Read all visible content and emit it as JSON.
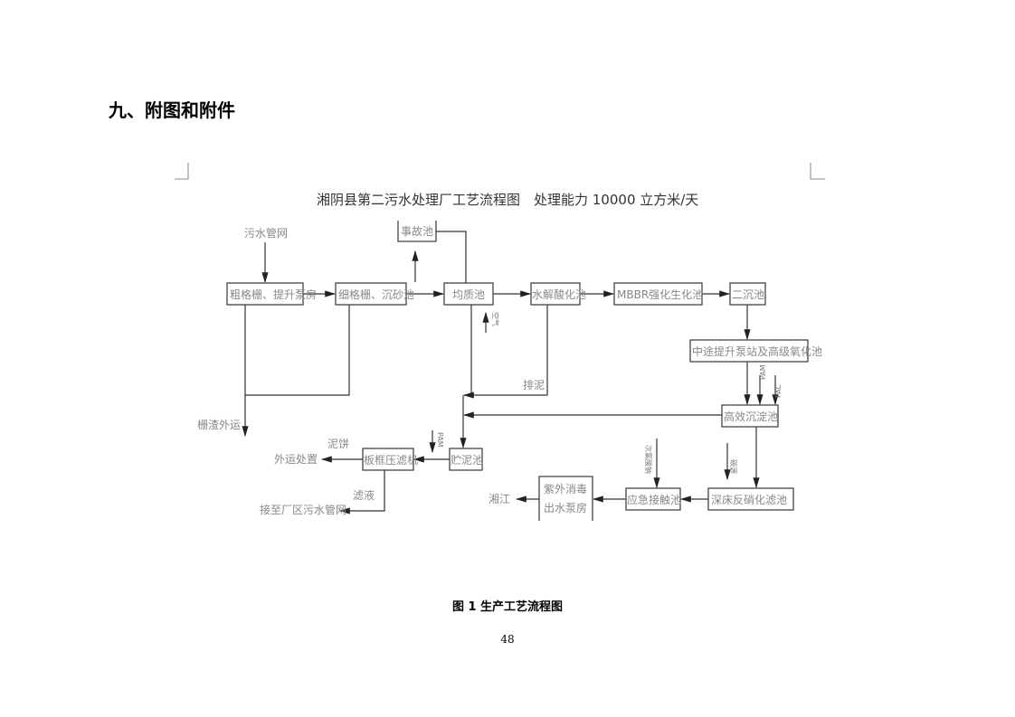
{
  "heading": "九、附图和附件",
  "diagram": {
    "title": "湘阴县第二污水处理厂工艺流程图",
    "capacity": "处理能力 10000 立方米/天",
    "source": "污水管网",
    "boxes": {
      "coarse": "粗格栅、提升泵房",
      "fine": "细格栅、沉砂池",
      "equal": "均质池",
      "accident": "事故池",
      "hydro": "水解酸化池",
      "mbbr": "MBBR强化生化池",
      "sec": "二沉池",
      "mid": "中途提升泵站及高级氧化池",
      "hesed": "高效沉淀池",
      "deep": "深床反硝化滤池",
      "emerg": "应急接触池",
      "uv1": "紫外消毒",
      "uv2": "出水泵房",
      "sludge": "贮泥池",
      "press": "板框压滤机"
    },
    "labels": {
      "screen": "栅渣外运",
      "air": "空气",
      "drain": "排泥",
      "pam": "PAM",
      "pac": "PAC",
      "pam2": "PAM",
      "carbon": "碳源",
      "naclo": "次氯酸钠",
      "river": "湘江",
      "cake": "泥饼",
      "disposal": "外运处置",
      "filtrate": "滤液",
      "sewer": "接至厂区污水管网"
    }
  },
  "caption": "图 1  生产工艺流程图",
  "page_number": "48"
}
